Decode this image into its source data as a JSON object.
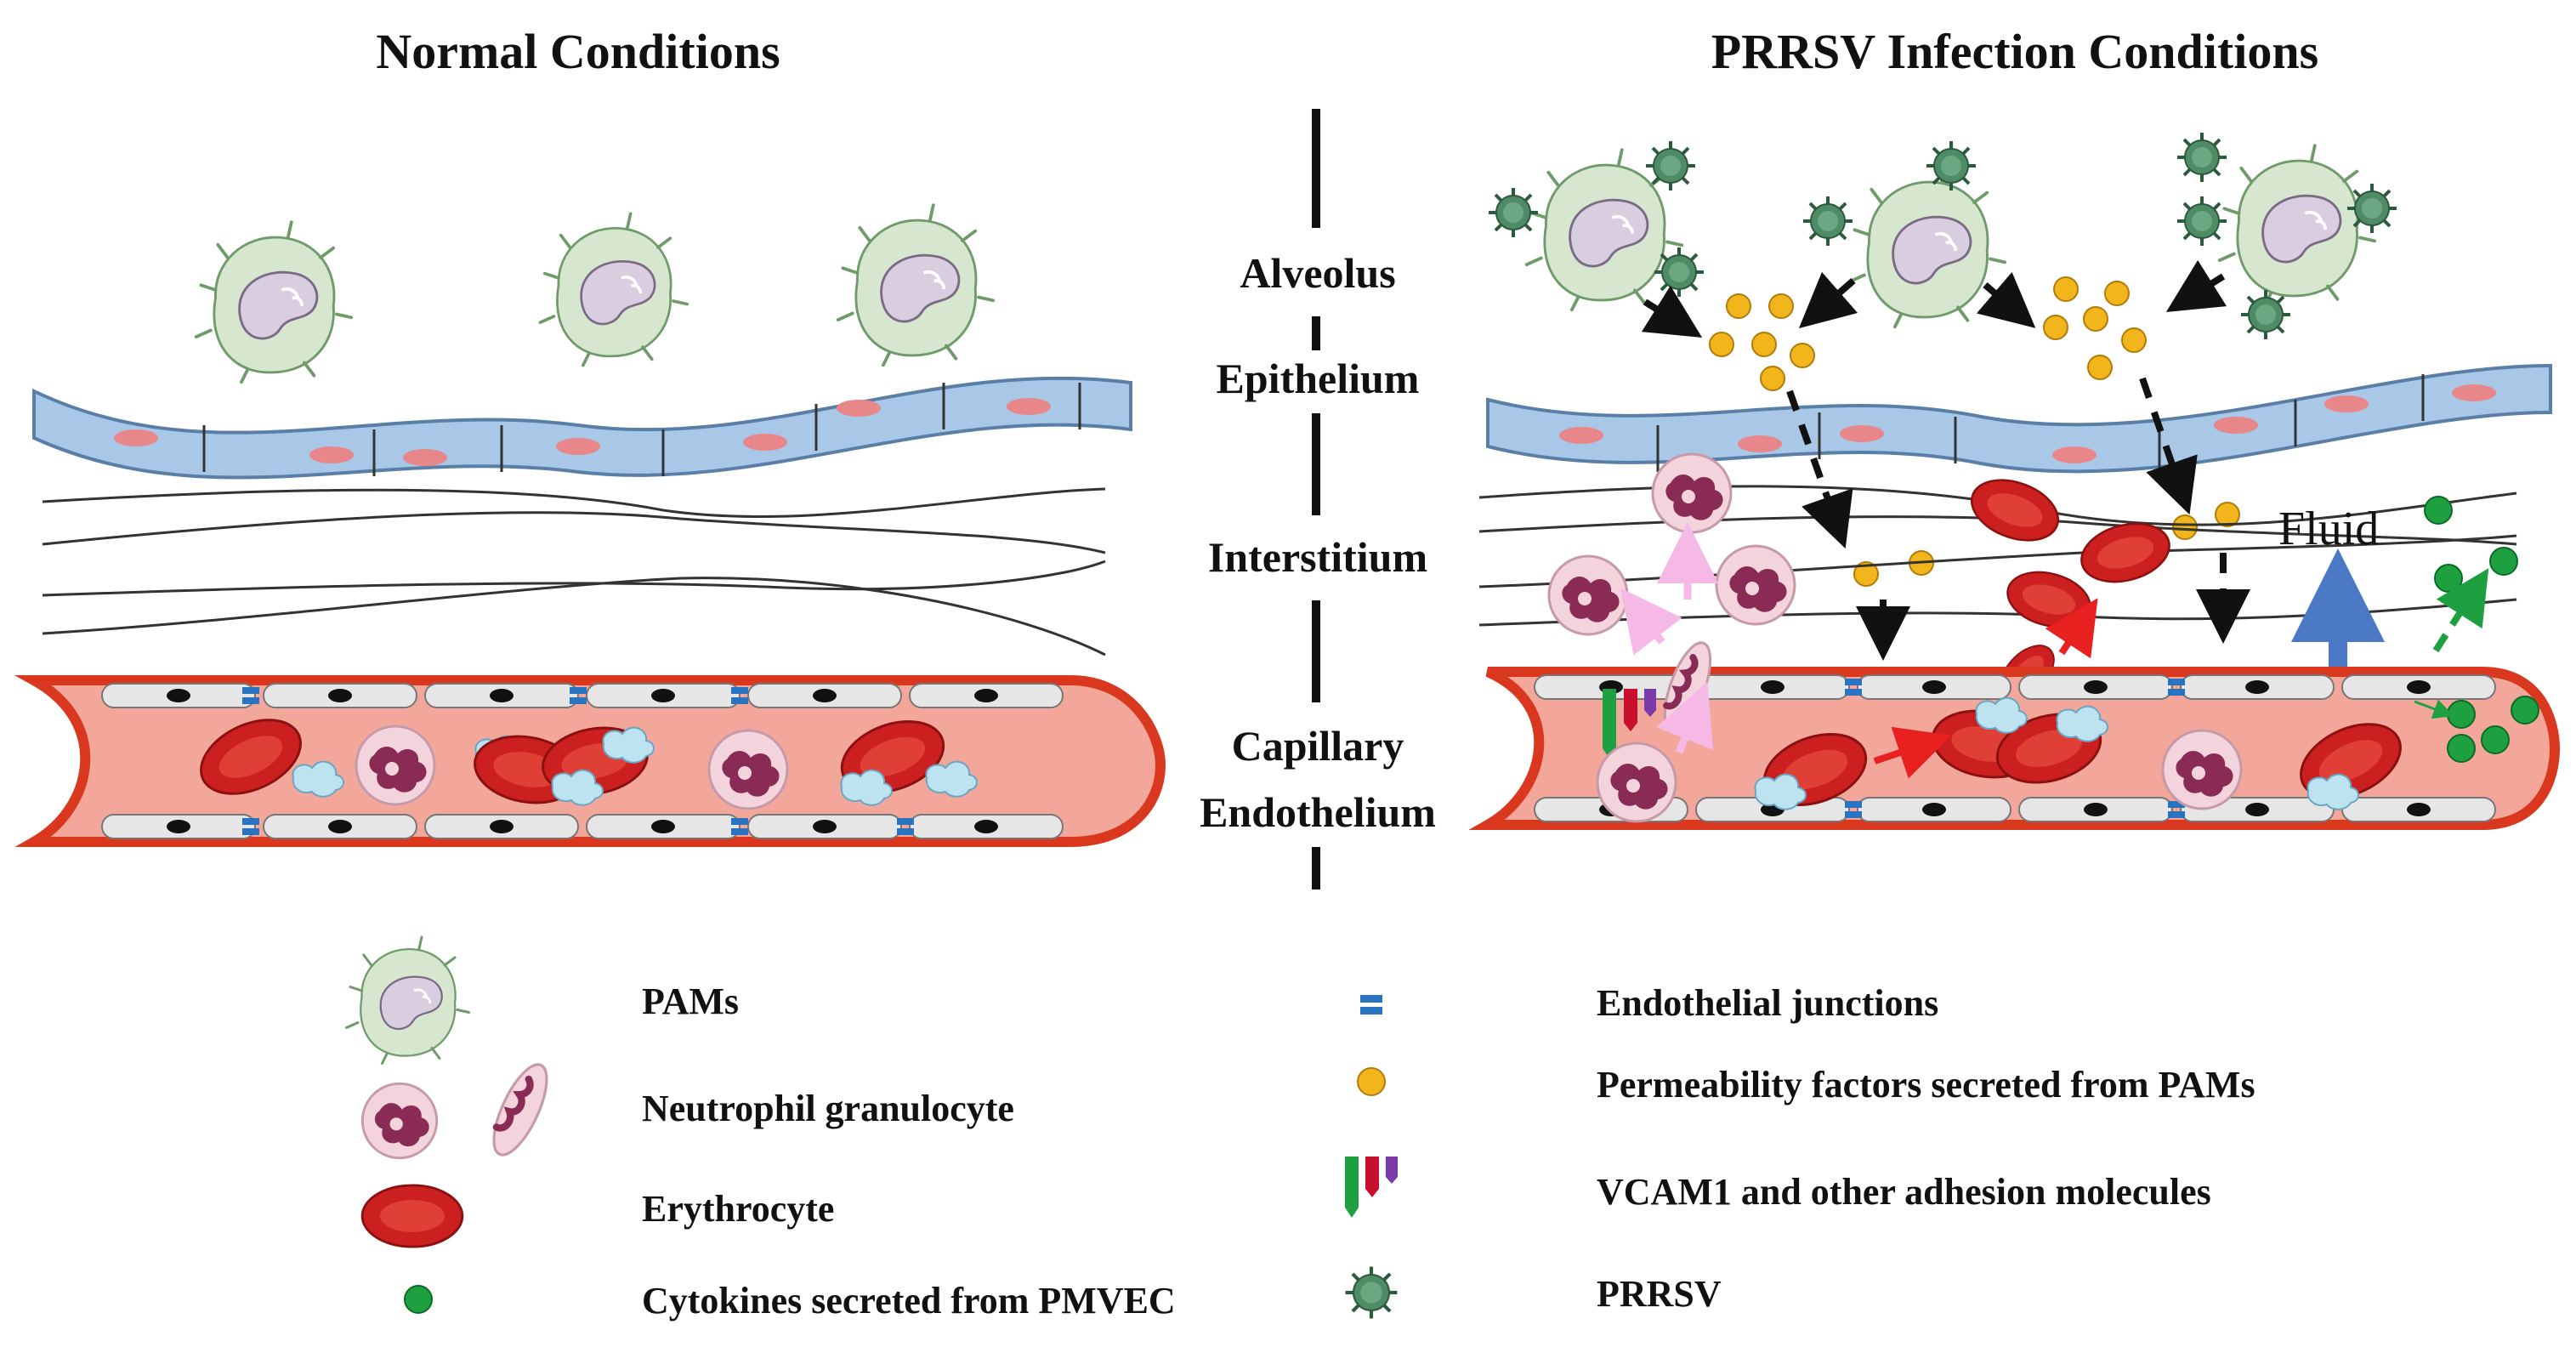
{
  "titles": {
    "normal": "Normal Conditions",
    "infection": "PRRSV Infection Conditions"
  },
  "layers": {
    "alveolus": "Alveolus",
    "epithelium": "Epithelium",
    "interstitium": "Interstitium",
    "capillary": "Capillary",
    "endothelium": "Endothelium"
  },
  "annotations": {
    "fluid": "Fluid"
  },
  "legend": {
    "pams": "PAMs",
    "neutrophil": "Neutrophil granulocyte",
    "erythrocyte": "Erythrocyte",
    "cytokines": "Cytokines secreted from PMVEC",
    "junctions": "Endothelial junctions",
    "permeability": "Permeability factors secreted from PAMs",
    "vcam": "VCAM1 and other adhesion molecules",
    "prrsv": "PRRSV"
  },
  "colors": {
    "pam_body": "#d6e6cf",
    "pam_nucleus": "#d9cde0",
    "epithelium": "#a9c8e8",
    "epithelium_nucleus": "#e8878a",
    "vessel_lumen": "#f2a79a",
    "vessel_wall": "#d9381f",
    "erythrocyte": "#cc2020",
    "neutrophil": "#f3d3dc",
    "neutrophil_nucleus": "#8a2b55",
    "junction": "#2a73c0",
    "permeability_factor": "#f2b51c",
    "cytokine": "#1ea040",
    "prrsv": "#4f8c66",
    "arrow_black": "#111111",
    "arrow_red": "#e82020",
    "arrow_pink": "#f6b9e6",
    "arrow_green": "#1ea040",
    "arrow_blue": "#4a78c4",
    "vcam_green": "#1ea040",
    "vcam_red": "#c8102e",
    "vcam_purple": "#7a3aa8"
  }
}
